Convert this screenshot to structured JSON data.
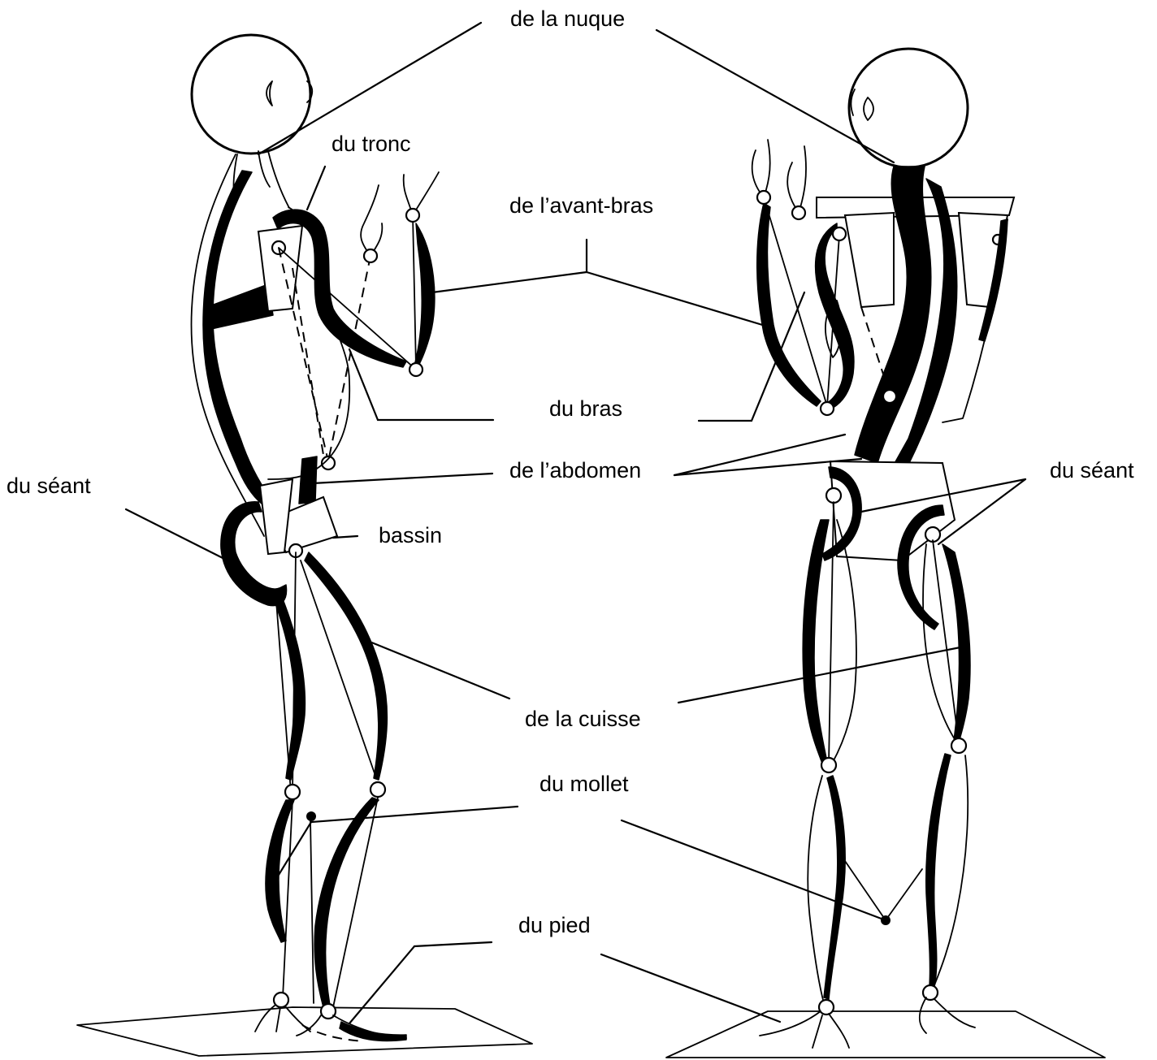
{
  "labels": {
    "nuque": "de la nuque",
    "tronc": "du tronc",
    "avant_bras": "de l’avant-bras",
    "bras": "du bras",
    "abdomen": "de l’abdomen",
    "seant_left": "du séant",
    "seant_right": "du séant",
    "bassin": "bassin",
    "cuisse": "de la cuisse",
    "mollet": "du mollet",
    "pied": "du pied"
  },
  "figures": [
    {
      "view": "side"
    },
    {
      "view": "back"
    }
  ],
  "colors": {
    "ink": "#000000",
    "background": "#ffffff"
  }
}
